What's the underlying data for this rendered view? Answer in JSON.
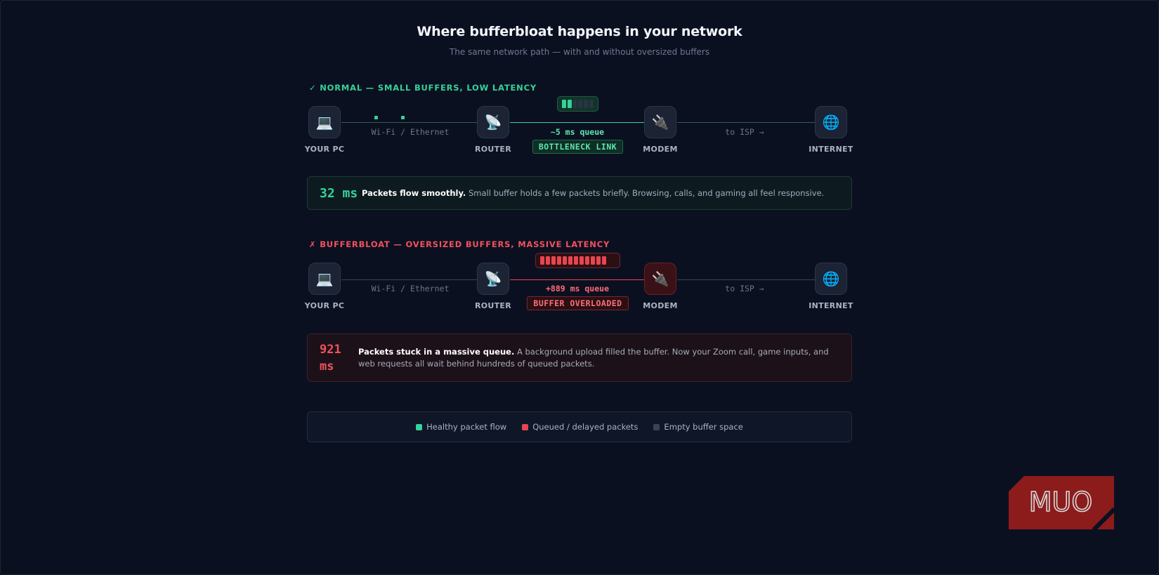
{
  "header": {
    "title": "Where bufferbloat happens in your network",
    "subtitle": "The same network path — with and without oversized buffers"
  },
  "normal": {
    "label": "✓ NORMAL — SMALL BUFFERS, LOW LATENCY",
    "nodes": [
      "YOUR PC",
      "ROUTER",
      "MODEM",
      "INTERNET"
    ],
    "link1_label": "Wi-Fi / Ethernet",
    "link3_label": "to ISP →",
    "queue_text": "~5 ms queue",
    "badge": "BOTTLENECK LINK",
    "buffer_filled": 2,
    "buffer_total": 6,
    "latency": "32 ms",
    "desc_bold": "Packets flow smoothly.",
    "desc_text": " Small buffer holds a few packets briefly. Browsing, calls, and gaming all feel responsive."
  },
  "bloat": {
    "label": "✗ BUFFERBLOAT — OVERSIZED BUFFERS, MASSIVE LATENCY",
    "nodes": [
      "YOUR PC",
      "ROUTER",
      "MODEM",
      "INTERNET"
    ],
    "link1_label": "Wi-Fi / Ethernet",
    "link3_label": "to ISP →",
    "queue_text": "+889 ms queue",
    "badge": "BUFFER OVERLOADED",
    "buffer_filled": 12,
    "buffer_total": 12,
    "latency_line1": "921",
    "latency_line2": "ms",
    "desc_bold": "Packets stuck in a massive queue.",
    "desc_text": " A background upload filled the buffer. Now your Zoom call, game inputs, and web requests all wait behind hundreds of queued packets."
  },
  "legend": {
    "healthy": "Healthy packet flow",
    "queued": "Queued / delayed packets",
    "empty": "Empty buffer space"
  },
  "icons": {
    "pc": "laptop-icon",
    "router": "satellite-dish-icon",
    "modem": "plug-icon",
    "internet": "globe-icon"
  },
  "colors": {
    "healthy": "#34d399",
    "queued": "#e8464f",
    "empty": "#3a4356",
    "background": "#0b1020"
  },
  "watermark": "MUO"
}
